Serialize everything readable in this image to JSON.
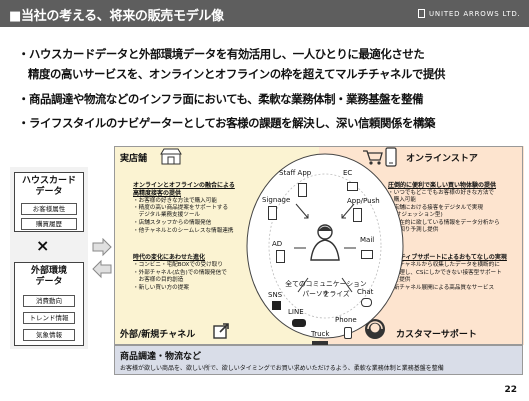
{
  "header": {
    "title": "■当社の考える、将来の販売モデル像",
    "logo_text": "UNITED ARROWS LTD."
  },
  "bullets": [
    "・ハウスカードデータと外部環境データを有効活用し、一人ひとりに最適化させた",
    "精度の高いサービスを、オンラインとオフラインの枠を超えてマルチチャネルで提供",
    "・商品調達や物流などのインフラ面においても、柔軟な業務体制・業務基盤を整備",
    "・ライフスタイルのナビゲーターとしてお客様の課題を解決し、深い信頼関係を構築"
  ],
  "house_card": {
    "title_line1": "ハウスカード",
    "title_line2": "データ",
    "items": [
      "お客様属性",
      "購買履歴"
    ]
  },
  "cross": "×",
  "external": {
    "title_line1": "外部環境",
    "title_line2": "データ",
    "items": [
      "消費動向",
      "トレンド情報",
      "気象情報"
    ]
  },
  "store": {
    "title": "実店舗",
    "subheading_line1": "オンラインとオフラインの融合による",
    "subheading_line2": "高精度接客の提供",
    "items": [
      "・お客様の好きな方法で購入可能",
      "・精度の高い商品提案をサポートする",
      "　デジタル業務支援ツール",
      "・店舗スタッフからの情報発信",
      "・他チャネルとのシームレスな情報連携"
    ]
  },
  "online": {
    "title": "オンラインストア",
    "subheading": "圧倒的に便利で楽しい買い物体験の提供",
    "items": [
      "・いつでもどこでもお客様の好きな方法で",
      "　購入可能",
      "・店舗における接客をデジタルで実現",
      "　(サジェッション型)",
      "・潜在的に欲している情報をデータ分析から",
      "　先回り予測し提供"
    ]
  },
  "external_channel": {
    "title": "外部/新規チャネル",
    "subheading": "時代の変化にあわせた進化",
    "items": [
      "・コンビニ・宅配BOXでの受け取り",
      "・外部チャネル(広告)での情報発信で",
      "　お客様の目的創造",
      "・新しい買い方の提案"
    ]
  },
  "support": {
    "title": "カスタマーサポート",
    "subheading": "アクティブサポートによるおもてなしの実現",
    "items": [
      "・各チャネルから収集したデータを横断的に",
      "　管理し、CSにしかできない接客型サポート",
      "　を提供",
      "・新チャネル展開による高品質なサービス"
    ]
  },
  "center": {
    "line1": "全てのコミュニケーションを",
    "line2": "パーソナライズ"
  },
  "nodes": [
    "Staff App",
    "EC",
    "App/Push",
    "Mail",
    "Chat",
    "Phone",
    "Truck",
    "LINE",
    "SNS",
    "AD",
    "Signage"
  ],
  "bottom": {
    "title": "商品調達・物流など",
    "text": "お客様が欲しい商品を、欲しい所で、欲しいタイミングでお買い求めいただけるよう、柔軟な業務体制と業務基盤を整備"
  },
  "page_number": "22",
  "colors": {
    "header_bg": "#5e5e5e",
    "store_bg": "#fbf3d2",
    "online_bg": "#fde4cf",
    "external_bg": "#fbf3d2",
    "support_bg": "#fde4cf",
    "bottom_bg": "#d9dde8",
    "circle_bg": "#ffffff"
  }
}
